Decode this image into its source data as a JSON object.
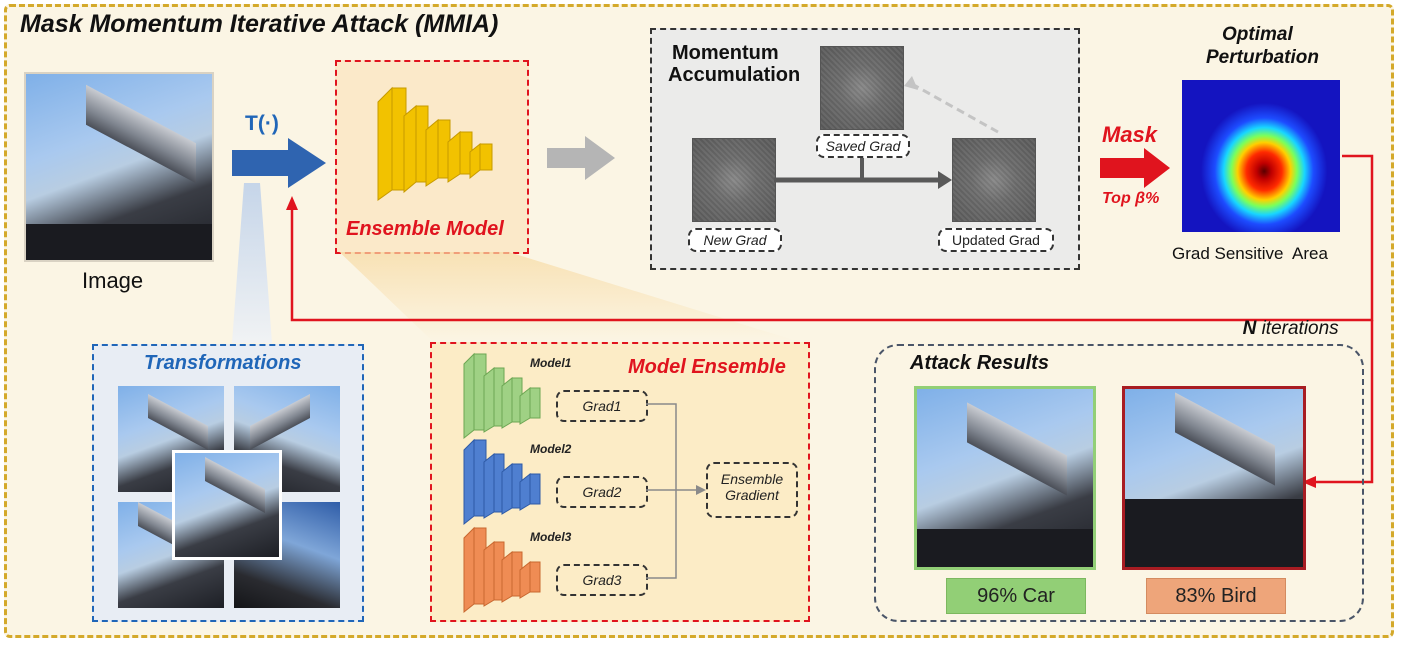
{
  "title": "Mask Momentum Iterative Attack (MMIA)",
  "input": {
    "caption": "Image"
  },
  "transform": {
    "label": "T(·)"
  },
  "ensemble_model": {
    "label": "Ensemble Model"
  },
  "momentum": {
    "title_line1": "Momentum",
    "title_line2": "Accumulation",
    "saved_grad": "Saved Grad",
    "new_grad": "New Grad",
    "updated_grad": "Updated Grad"
  },
  "mask": {
    "label": "Mask",
    "sub": "Top β%"
  },
  "perturbation": {
    "title_line1": "Optimal",
    "title_line2": "Perturbation",
    "caption": "Grad Sensitive  Area"
  },
  "iterations": {
    "n": "N",
    "text": " iterations"
  },
  "transformations": {
    "title": "Transformations"
  },
  "model_ensemble": {
    "title": "Model Ensemble",
    "models": [
      {
        "name": "Model1",
        "grad": "Grad1",
        "color": "#9fd184"
      },
      {
        "name": "Model2",
        "grad": "Grad2",
        "color": "#4f7fd0"
      },
      {
        "name": "Model3",
        "grad": "Grad3",
        "color": "#ef8c54"
      }
    ],
    "ensemble_line1": "Ensemble",
    "ensemble_line2": "Gradient"
  },
  "attack_results": {
    "title": "Attack Results",
    "clean_label": "96% Car",
    "adv_label": "83% Bird"
  },
  "colors": {
    "accent_red": "#e0141e",
    "accent_blue": "#2066b8",
    "frame_gold": "#d4a92a"
  }
}
